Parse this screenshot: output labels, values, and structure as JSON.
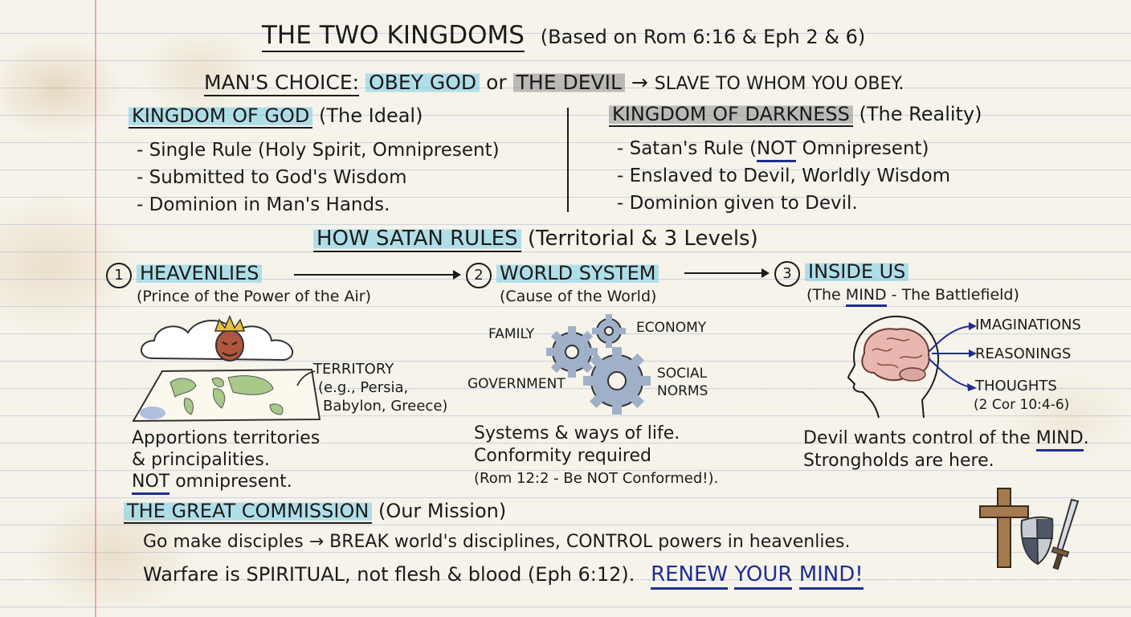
{
  "title": {
    "main": "THE TWO KINGDOMS",
    "subtitle": "(Based on Rom 6:16 & Eph 2 & 6)"
  },
  "choice": {
    "label": "MAN'S CHOICE:",
    "obey_god": "OBEY GOD",
    "or": "or",
    "devil": "THE DEVIL",
    "arrow": "→",
    "rest": "SLAVE TO WHOM YOU OBEY."
  },
  "kingdom_god": {
    "heading": "KINGDOM OF GOD",
    "note": "(The Ideal)",
    "items": [
      "- Single Rule (Holy Spirit, Omnipresent)",
      "- Submitted to God's Wisdom",
      "- Dominion in Man's Hands."
    ]
  },
  "kingdom_darkness": {
    "heading": "KINGDOM OF DARKNESS",
    "note": "(The Reality)",
    "items": [
      {
        "pre": "- Satan's Rule (",
        "em": "NOT",
        "post": " Omnipresent)"
      },
      "- Enslaved to Devil, Worldly Wisdom",
      "- Dominion given to Devil."
    ]
  },
  "how_satan_rules": {
    "heading": "HOW SATAN RULES",
    "note": "(Territorial & 3 Levels)"
  },
  "levels": [
    {
      "number": "1",
      "title": "HEAVENLIES",
      "subtitle": "(Prince of the Power of the Air)",
      "territory_label": "TERRITORY",
      "territory_examples": [
        "(e.g., Persia,",
        "Babylon, Greece)"
      ],
      "notes": [
        "Apportions territories",
        "& principalities.",
        "omnipresent."
      ],
      "notes_em": "NOT"
    },
    {
      "number": "2",
      "title": "WORLD SYSTEM",
      "subtitle": "(Cause of the World)",
      "gear_labels": {
        "family": "FAMILY",
        "economy": "ECONOMY",
        "government": "GOVERNMENT",
        "social": "SOCIAL",
        "norms": "NORMS"
      },
      "notes": [
        "Systems & ways of life.",
        "Conformity required",
        "(Rom 12:2 - Be NOT Conformed!)."
      ]
    },
    {
      "number": "3",
      "title": "INSIDE US",
      "subtitle_pre": "(The ",
      "subtitle_em": "MIND",
      "subtitle_post": " - The Battlefield)",
      "branches": [
        "IMAGINATIONS",
        "REASONINGS",
        "THOUGHTS"
      ],
      "branch_ref": "(2 Cor 10:4-6)",
      "notes_pre": "Devil wants control of the ",
      "notes_em": "MIND",
      "notes_post": ".",
      "notes_line2": "Strongholds are here."
    }
  ],
  "commission": {
    "heading": "THE GREAT COMMISSION",
    "note": "(Our Mission)",
    "line1_pre": "Go make disciples ",
    "line1_arrow": "→",
    "line1_post": " BREAK world's disciplines, CONTROL powers in heavenlies.",
    "line2_pre": "Warfare is ",
    "line2_em": "SPIRITUAL",
    "line2_post": ", not flesh & blood (Eph 6:12).",
    "renew": [
      "RENEW",
      "YOUR",
      "MIND!"
    ]
  },
  "icons": {
    "crown_devil": "devil-with-crown-icon",
    "cloud": "cloud-icon",
    "map": "world-map-icon",
    "gears": "gears-icon",
    "brain": "brain-head-icon",
    "cross": "cross-icon",
    "shield": "shield-icon",
    "sword": "sword-icon"
  },
  "colors": {
    "highlight_blue": "#76cce6",
    "highlight_gray": "#8c8c8c",
    "ink_blue": "#1f2f8f",
    "margin_red": "#dc6e78"
  }
}
